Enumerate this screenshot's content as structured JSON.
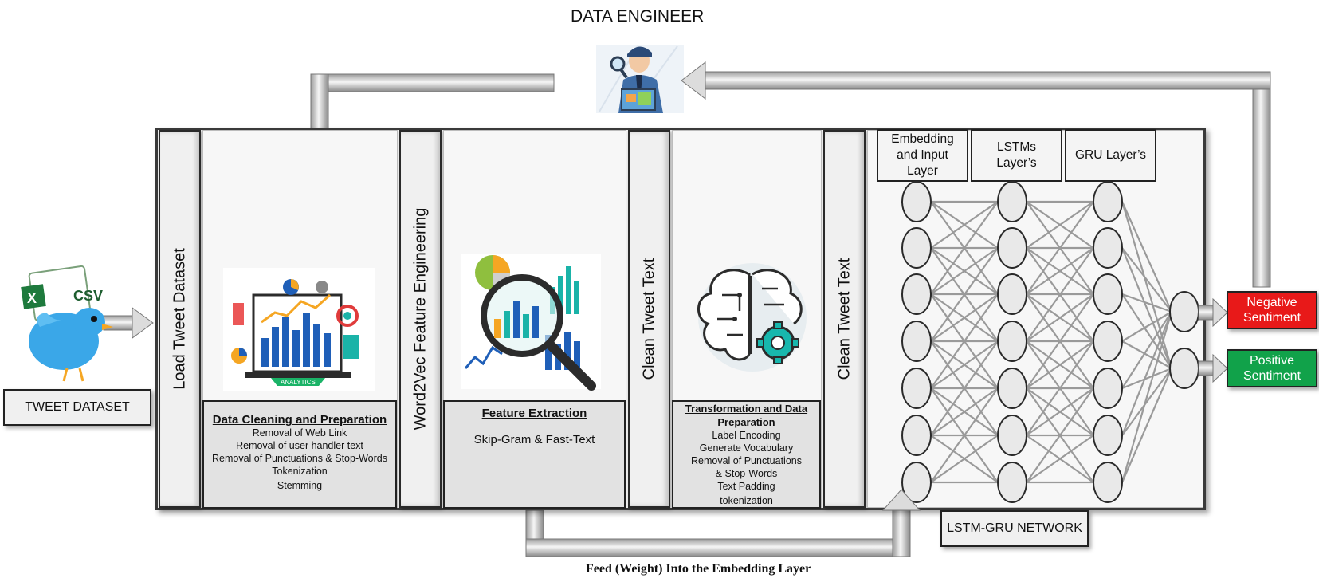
{
  "title": "DATA ENGINEER",
  "dataset_label": "TWEET DATASET",
  "csv_label": "CSV",
  "vertical_labels": {
    "load": "Load Tweet Dataset",
    "word2vec": "Word2Vec Feature Engineering",
    "clean1": "Clean Tweet Text",
    "clean2": "Clean Tweet Text"
  },
  "analytics_label": "ANALYTICS",
  "cleaning": {
    "title": "Data Cleaning and Preparation",
    "lines": [
      "Removal of Web Link",
      "Removal of user handler text",
      "Removal of Punctuations & Stop-Words",
      "Tokenization",
      "Stemming"
    ]
  },
  "feature": {
    "title": "Feature Extraction",
    "line": "Skip-Gram & Fast-Text"
  },
  "transform": {
    "title_line1": "Transformation and Data",
    "title_line2": "Preparation",
    "lines": [
      "Label Encoding",
      "Generate Vocabulary",
      "Removal of Punctuations",
      "& Stop-Words",
      "Text Padding",
      "tokenization"
    ]
  },
  "layers": {
    "embedding_l1": "Embedding",
    "embedding_l2": "and Input",
    "embedding_l3": "Layer",
    "lstm_l1": "LSTMs",
    "lstm_l2": "Layer’s",
    "gru": "GRU Layer’s"
  },
  "network_label": "LSTM-GRU NETWORK",
  "outputs": {
    "negative_l1": "Negative",
    "negative_l2": "Sentiment",
    "positive_l1": "Positive",
    "positive_l2": "Sentiment"
  },
  "feed_label": "Feed (Weight) Into the Embedding Layer",
  "colors": {
    "negative": "#e81919",
    "positive": "#11a24a",
    "chart_blue": "#1f5fb8",
    "teal": "#1ab3a8"
  }
}
